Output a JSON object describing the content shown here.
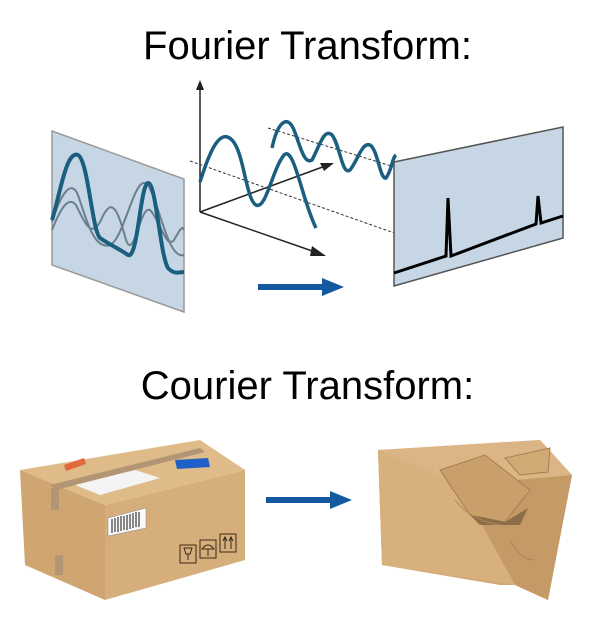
{
  "fourier": {
    "title": "Fourier Transform:",
    "panels": {
      "input_signal": "time-domain composite waveform panel",
      "decomposition": "3D axes with component sine waves",
      "output_spectrum": "frequency-domain panel with two spikes"
    },
    "colors": {
      "wave": "#1b5f80",
      "panel": "#c6d6e4",
      "arrow": "#1458a0"
    }
  },
  "courier": {
    "title": "Courier Transform:",
    "before": "intact cardboard shipping box",
    "after": "crushed damaged cardboard box",
    "colors": {
      "box": "#d4ac79",
      "arrow": "#1458a0"
    }
  },
  "icons": {
    "arrow_1": "right-arrow-icon",
    "arrow_2": "right-arrow-icon"
  }
}
